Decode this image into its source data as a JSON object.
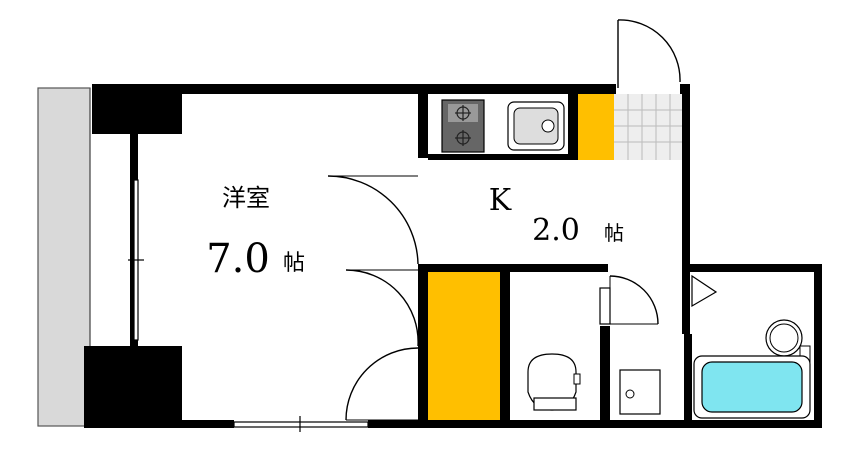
{
  "rooms": {
    "western": {
      "name": "洋室",
      "size": "7.0",
      "unit": "帖"
    },
    "kitchen": {
      "name": "K",
      "size": "2.0",
      "unit": "帖"
    }
  },
  "colors": {
    "wall": "#000000",
    "closet": "#FFBF00",
    "balcony": "#D9D9D9",
    "bathtub": "#7FE5F0",
    "tile": "#DDDDDD"
  }
}
